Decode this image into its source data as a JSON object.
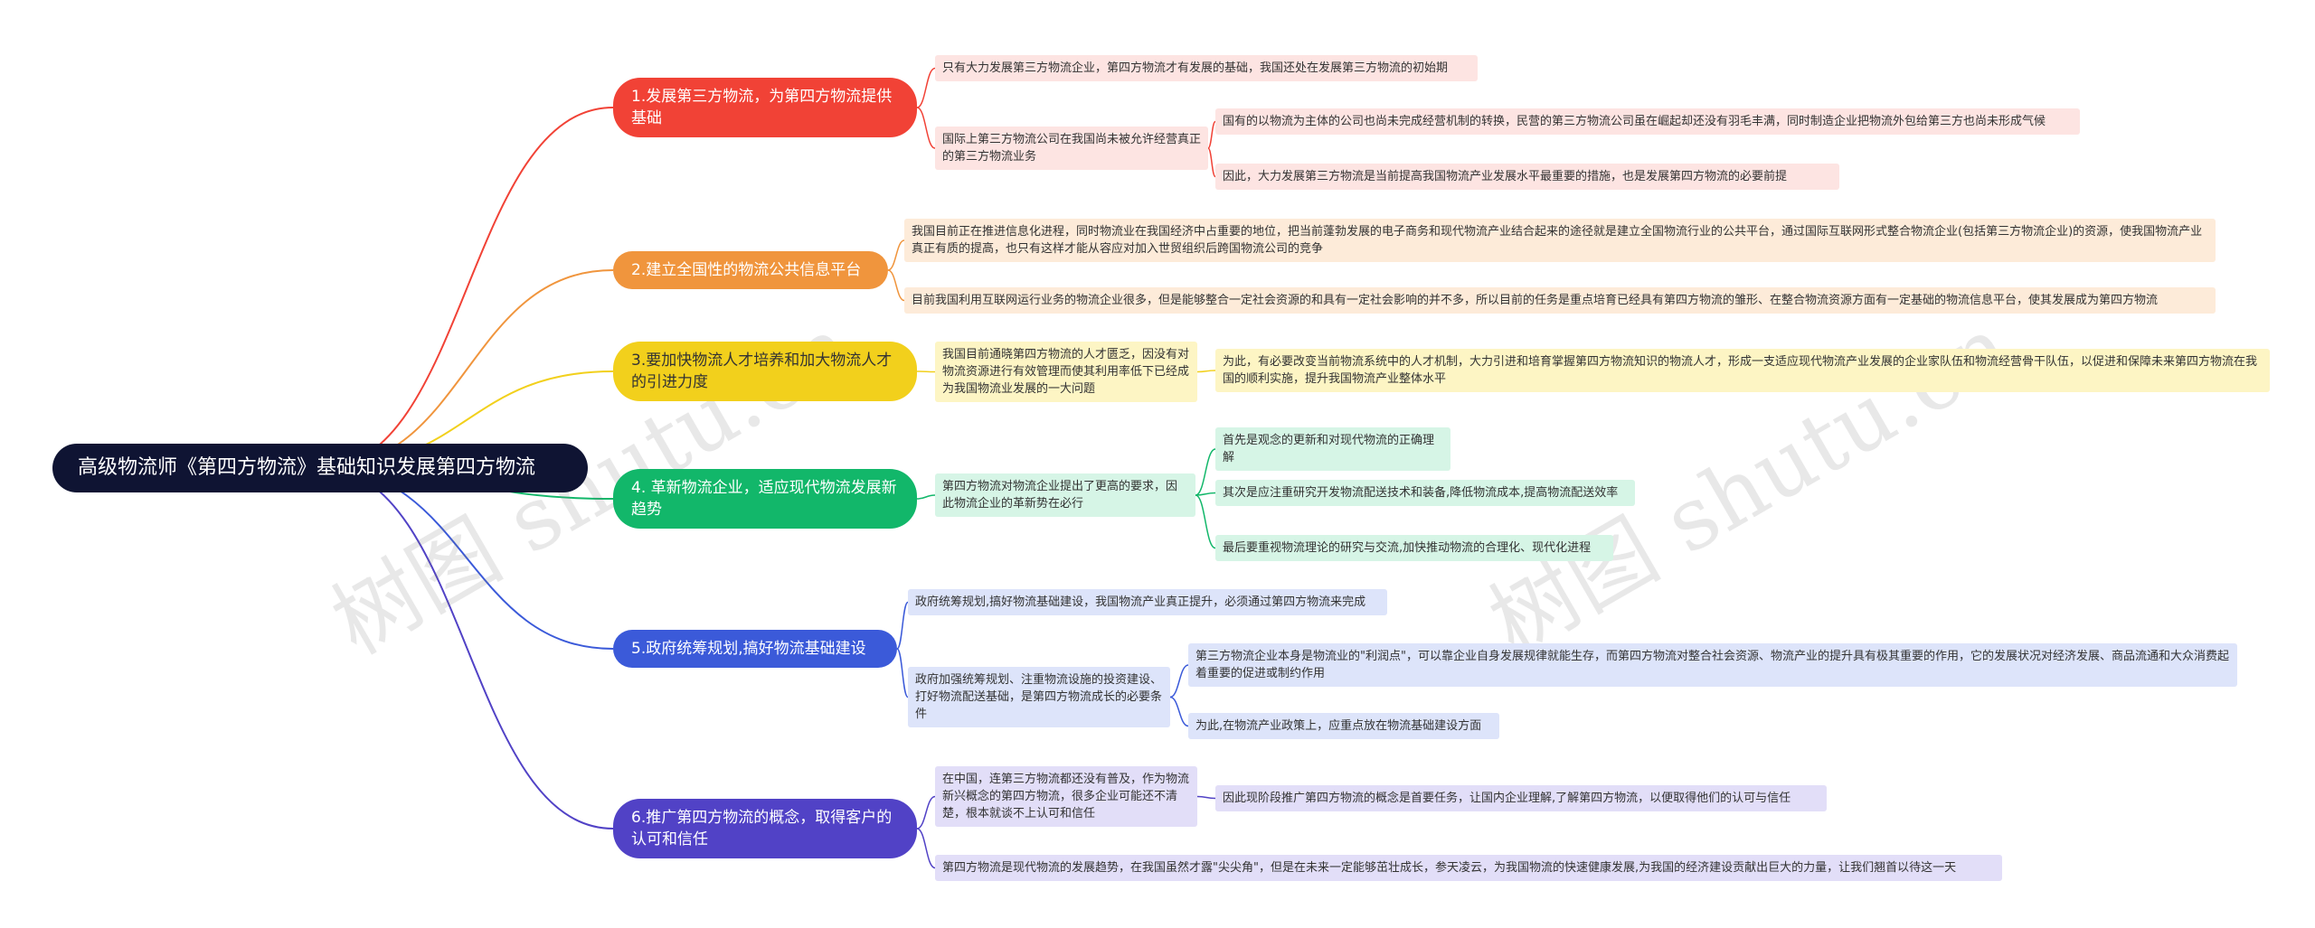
{
  "root": {
    "label": "高级物流师《第四方物流》基础知识发展第四方物流"
  },
  "colors": {
    "root": "#0f1433",
    "b1": "#f14236",
    "b2": "#f0953d",
    "b3": "#f2d01c",
    "b4": "#12b76a",
    "b5": "#3b5ad9",
    "b6": "#5142c6"
  },
  "watermark": {
    "left": "树图 shutu.cn",
    "right": "树图 shutu.cn"
  },
  "branches": [
    {
      "label": "1.发展第三方物流，为第四方物流提供基础",
      "children": [
        {
          "text": "只有大力发展第三方物流企业，第四方物流才有发展的基础，我国还处在发展第三方物流的初始期"
        },
        {
          "text": "国际上第三方物流公司在我国尚未被允许经营真正的第三方物流业务",
          "children": [
            {
              "text": "国有的以物流为主体的公司也尚未完成经营机制的转换，民营的第三方物流公司虽在崛起却还没有羽毛丰满，同时制造企业把物流外包给第三方也尚未形成气候"
            },
            {
              "text": "因此，大力发展第三方物流是当前提高我国物流产业发展水平最重要的措施，也是发展第四方物流的必要前提"
            }
          ]
        }
      ]
    },
    {
      "label": "2.建立全国性的物流公共信息平台",
      "children": [
        {
          "text": "我国目前正在推进信息化进程，同时物流业在我国经济中占重要的地位，把当前蓬勃发展的电子商务和现代物流产业结合起来的途径就是建立全国物流行业的公共平台，通过国际互联网形式整合物流企业(包括第三方物流企业)的资源，使我国物流产业真正有质的提高，也只有这样才能从容应对加入世贸组织后跨国物流公司的竞争"
        },
        {
          "text": "目前我国利用互联网运行业务的物流企业很多，但是能够整合一定社会资源的和具有一定社会影响的并不多，所以目前的任务是重点培育已经具有第四方物流的雏形、在整合物流资源方面有一定基础的物流信息平台，使其发展成为第四方物流"
        }
      ]
    },
    {
      "label": "3.要加快物流人才培养和加大物流人才的引进力度",
      "children": [
        {
          "text": "我国目前通晓第四方物流的人才匮乏，因没有对物流资源进行有效管理而使其利用率低下已经成为我国物流业发展的一大问题",
          "children": [
            {
              "text": "为此，有必要改变当前物流系统中的人才机制，大力引进和培育掌握第四方物流知识的物流人才，形成一支适应现代物流产业发展的企业家队伍和物流经营骨干队伍，以促进和保障未来第四方物流在我国的顺利实施，提升我国物流产业整体水平"
            }
          ]
        }
      ]
    },
    {
      "label": "4. 革新物流企业，适应现代物流发展新趋势",
      "children": [
        {
          "text": "第四方物流对物流企业提出了更高的要求，因此物流企业的革新势在必行",
          "children": [
            {
              "text": "首先是观念的更新和对现代物流的正确理解"
            },
            {
              "text": "其次是应注重研究开发物流配送技术和装备,降低物流成本,提高物流配送效率"
            },
            {
              "text": "最后要重视物流理论的研究与交流,加快推动物流的合理化、现代化进程"
            }
          ]
        }
      ]
    },
    {
      "label": "5.政府统筹规划,搞好物流基础建设",
      "children": [
        {
          "text": "政府统筹规划,搞好物流基础建设，我国物流产业真正提升，必须通过第四方物流来完成"
        },
        {
          "text": "政府加强统筹规划、注重物流设施的投资建设、打好物流配送基础，是第四方物流成长的必要条件",
          "children": [
            {
              "text": "第三方物流企业本身是物流业的\"利润点\"，可以靠企业自身发展规律就能生存，而第四方物流对整合社会资源、物流产业的提升具有极其重要的作用，它的发展状况对经济发展、商品流通和大众消费起着重要的促进或制约作用"
            },
            {
              "text": "为此,在物流产业政策上，应重点放在物流基础建设方面"
            }
          ]
        }
      ]
    },
    {
      "label": "6.推广第四方物流的概念，取得客户的认可和信任",
      "children": [
        {
          "text": "在中国，连第三方物流都还没有普及，作为物流新兴概念的第四方物流，很多企业可能还不清楚，根本就谈不上认可和信任",
          "children": [
            {
              "text": "因此现阶段推广第四方物流的概念是首要任务，让国内企业理解,了解第四方物流，以便取得他们的认可与信任"
            }
          ]
        },
        {
          "text": "第四方物流是现代物流的发展趋势，在我国虽然才露\"尖尖角\"，但是在未来一定能够茁壮成长，参天凌云，为我国物流的快速健康发展,为我国的经济建设贡献出巨大的力量，让我们翘首以待这一天"
        }
      ]
    }
  ]
}
